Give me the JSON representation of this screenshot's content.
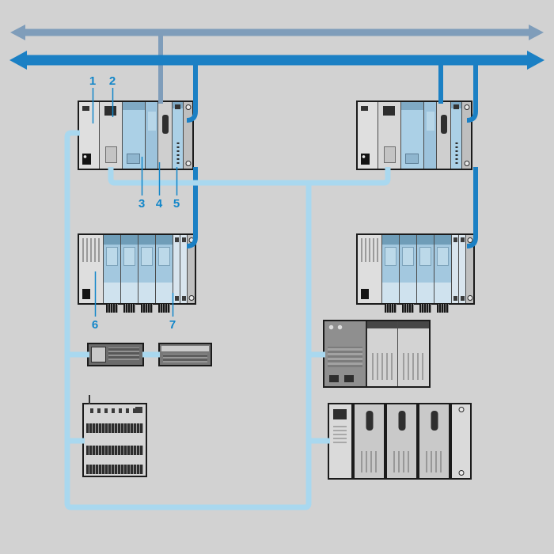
{
  "diagram": {
    "callouts": [
      "1",
      "2",
      "3",
      "4",
      "5",
      "6",
      "7"
    ],
    "colors": {
      "background": "#d2d2d2",
      "bus_primary": "#7f9dba",
      "bus_secondary": "#1b80c4",
      "subnetwork_link": "#a9d8ef",
      "callout_text": "#1286c9"
    }
  }
}
